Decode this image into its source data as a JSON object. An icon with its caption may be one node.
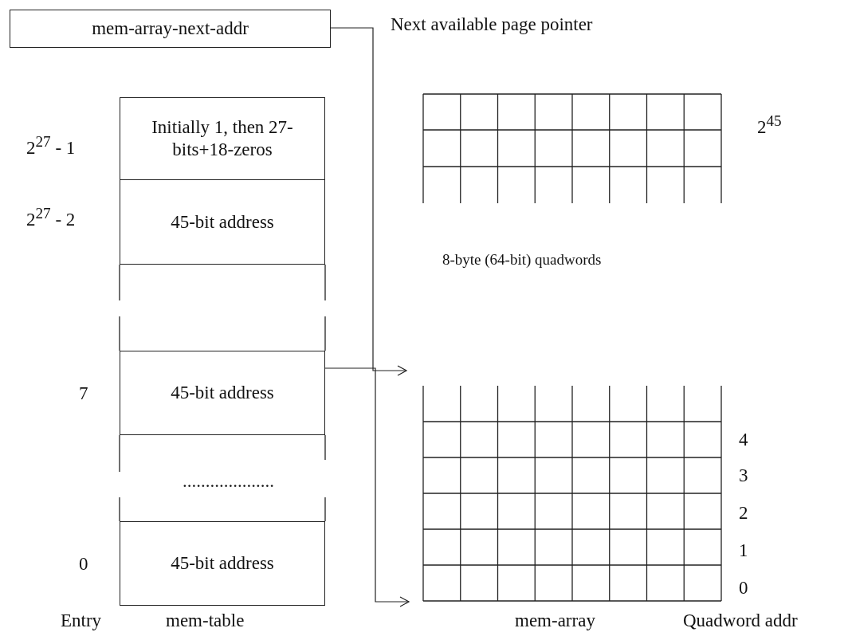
{
  "diagram": {
    "nodes": [
      {
        "text": [
          "mem-array-next-addr"
        ]
      },
      {
        "text": [
          "Initially 1, then 27-bits+18-zeros"
        ],
        "beside": [
          "2$^{27}$ - 1"
        ]
      },
      {
        "text": [
          "45-bit address"
        ],
        "beside": [
          "2$^{27}$ - 2"
        ]
      },
      {
        "text": [
          "45-bit address"
        ],
        "beside": [
          "7"
        ]
      },
      {
        "text": [
          "45-bit address"
        ],
        "beside": [
          "0"
        ]
      }
    ],
    "edges": [
      {
        "from": 0,
        "to": null,
        "arrow": "to",
        "label": "Next available page pointer"
      },
      {
        "from": 3,
        "to": null,
        "arrow": "to"
      }
    ],
    "labels": [
      "2$^{45}$",
      "8-byte (64-bit) quadwords",
      "....................",
      "4",
      "3",
      "2",
      "1",
      "0",
      "Entry",
      "mem-table",
      "mem-array",
      "Quadword addr"
    ]
  }
}
